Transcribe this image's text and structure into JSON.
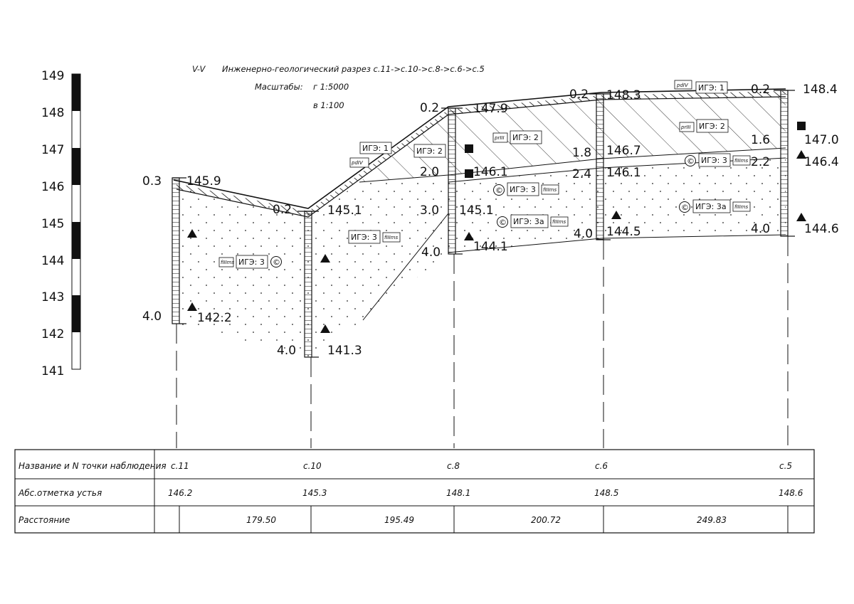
{
  "title": {
    "code": "V-V",
    "text": "Инженерно-геологический разрез с.11->с.10->с.8->с.6->с.5",
    "scale_label": "Масштабы:",
    "scale_h": "г 1:5000",
    "scale_v": "в 1:100"
  },
  "scale_bar": {
    "ticks": [
      "149",
      "148",
      "147",
      "146",
      "145",
      "144",
      "143",
      "142",
      "141"
    ]
  },
  "boreholes": [
    {
      "id": "c11",
      "top_elev": "145.9",
      "top_depth": "0.3",
      "bottom_elev": "142.2",
      "bottom_depth": "4.0",
      "layer_depth": "0.2"
    },
    {
      "id": "c10",
      "top_elev": "145.1",
      "bottom_elev": "141.3",
      "bottom_depth": "4.0"
    },
    {
      "id": "c8",
      "top_elev": "147.9",
      "top_depth": "0.2",
      "mid_elev": "146.1",
      "mid_depth": "2.0",
      "mid2_elev": "145.1",
      "mid2_depth": "3.0",
      "bottom_elev": "144.1",
      "bottom_depth": "4.0"
    },
    {
      "id": "c6",
      "top_elev": "148.3",
      "top_depth": "0.2",
      "mid_elev": "146.7",
      "mid_depth": "1.8",
      "mid2_elev": "146.1",
      "mid2_depth": "2.4",
      "bottom_elev": "144.5",
      "bottom_depth": "4.0"
    },
    {
      "id": "c5",
      "top_elev": "148.4",
      "top_depth": "0.2",
      "mid_elev": "147.0",
      "mid_depth": "1.6",
      "mid2_elev": "146.4",
      "mid2_depth": "2.2",
      "bottom_elev": "144.6",
      "bottom_depth": "4.0"
    }
  ],
  "layer_labels": {
    "ige1": "ИГЭ: 1",
    "ige2": "ИГЭ: 2",
    "ige3": "ИГЭ: 3",
    "ige3a": "ИГЭ: 3а",
    "pdIV": "pdIV",
    "prIII": "prIII",
    "fIIIms": "fIIIms",
    "copy": "©"
  },
  "table": {
    "row_headers": [
      "Название и N точки наблюдения",
      "Абс.отметка устья",
      "Расстояние"
    ],
    "point_names": [
      "с.11",
      "с.10",
      "с.8",
      "с.6",
      "с.5"
    ],
    "elevations": [
      "146.2",
      "145.3",
      "148.1",
      "148.5",
      "148.6"
    ],
    "distances": [
      "179.50",
      "195.49",
      "200.72",
      "249.83"
    ]
  }
}
